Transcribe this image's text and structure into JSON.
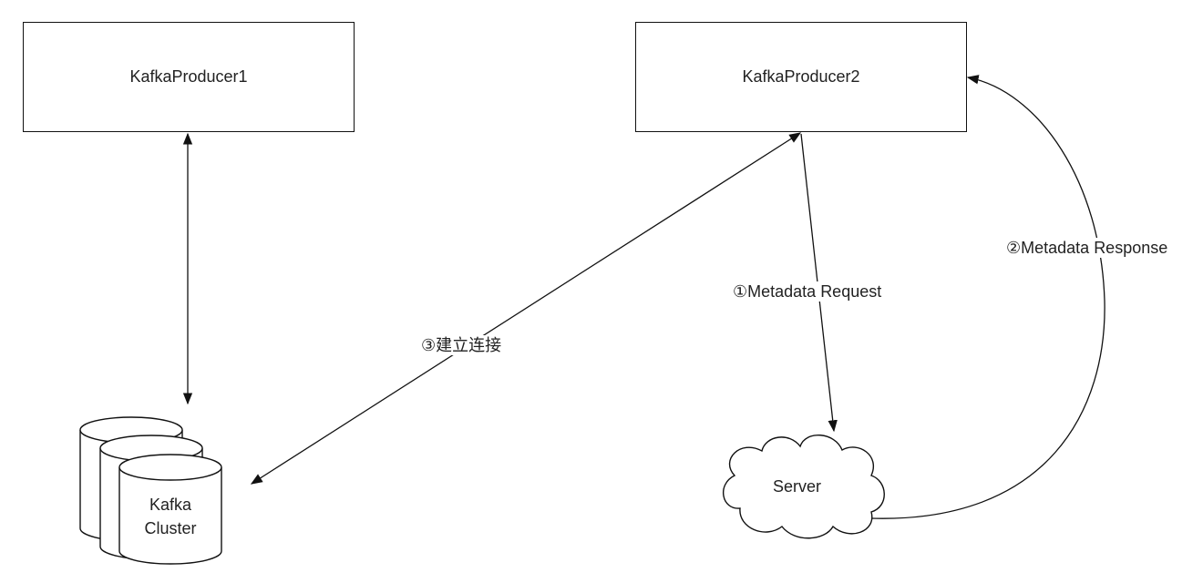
{
  "nodes": {
    "producer1": "KafkaProducer1",
    "producer2": "KafkaProducer2",
    "cluster_line1": "Kafka",
    "cluster_line2": "Cluster",
    "server": "Server"
  },
  "edges": {
    "metadata_request": "①Metadata Request",
    "metadata_response": "②Metadata Response",
    "establish_connection": "③建立连接"
  }
}
